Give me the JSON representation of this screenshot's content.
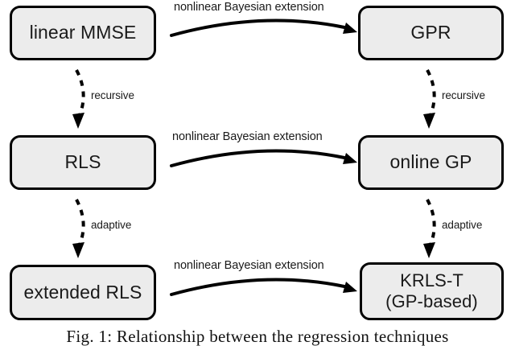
{
  "figure": {
    "caption": "Fig. 1: Relationship between the regression techniques",
    "background_color": "#ffffff",
    "node_fill_color": "#ececec",
    "node_border_color": "#000000",
    "text_color": "#1a1a1a"
  },
  "nodes": [
    {
      "id": "linear-mmse",
      "label": "linear MMSE",
      "column": "left",
      "row": 1
    },
    {
      "id": "gpr",
      "label": "GPR",
      "column": "right",
      "row": 1
    },
    {
      "id": "rls",
      "label": "RLS",
      "column": "left",
      "row": 2
    },
    {
      "id": "online-gp",
      "label": "online GP",
      "column": "right",
      "row": 2
    },
    {
      "id": "extended-rls",
      "label": "extended RLS",
      "column": "left",
      "row": 3
    },
    {
      "id": "krls-t",
      "label": "KRLS-T\n(GP-based)",
      "column": "right",
      "row": 3
    }
  ],
  "edges": {
    "horizontal": [
      {
        "id": "h1",
        "from": "linear-mmse",
        "to": "gpr",
        "label": "nonlinear Bayesian extension",
        "style": "solid-arc"
      },
      {
        "id": "h2",
        "from": "rls",
        "to": "online-gp",
        "label": "nonlinear Bayesian extension",
        "style": "solid-arc"
      },
      {
        "id": "h3",
        "from": "extended-rls",
        "to": "krls-t",
        "label": "nonlinear Bayesian extension",
        "style": "solid-arc"
      }
    ],
    "vertical": [
      {
        "id": "v1",
        "from": "linear-mmse",
        "to": "rls",
        "label": "recursive",
        "style": "dashed-arc"
      },
      {
        "id": "v2",
        "from": "gpr",
        "to": "online-gp",
        "label": "recursive",
        "style": "dashed-arc"
      },
      {
        "id": "v3",
        "from": "rls",
        "to": "extended-rls",
        "label": "adaptive",
        "style": "dashed-arc"
      },
      {
        "id": "v4",
        "from": "online-gp",
        "to": "krls-t",
        "label": "adaptive",
        "style": "dashed-arc"
      }
    ]
  }
}
